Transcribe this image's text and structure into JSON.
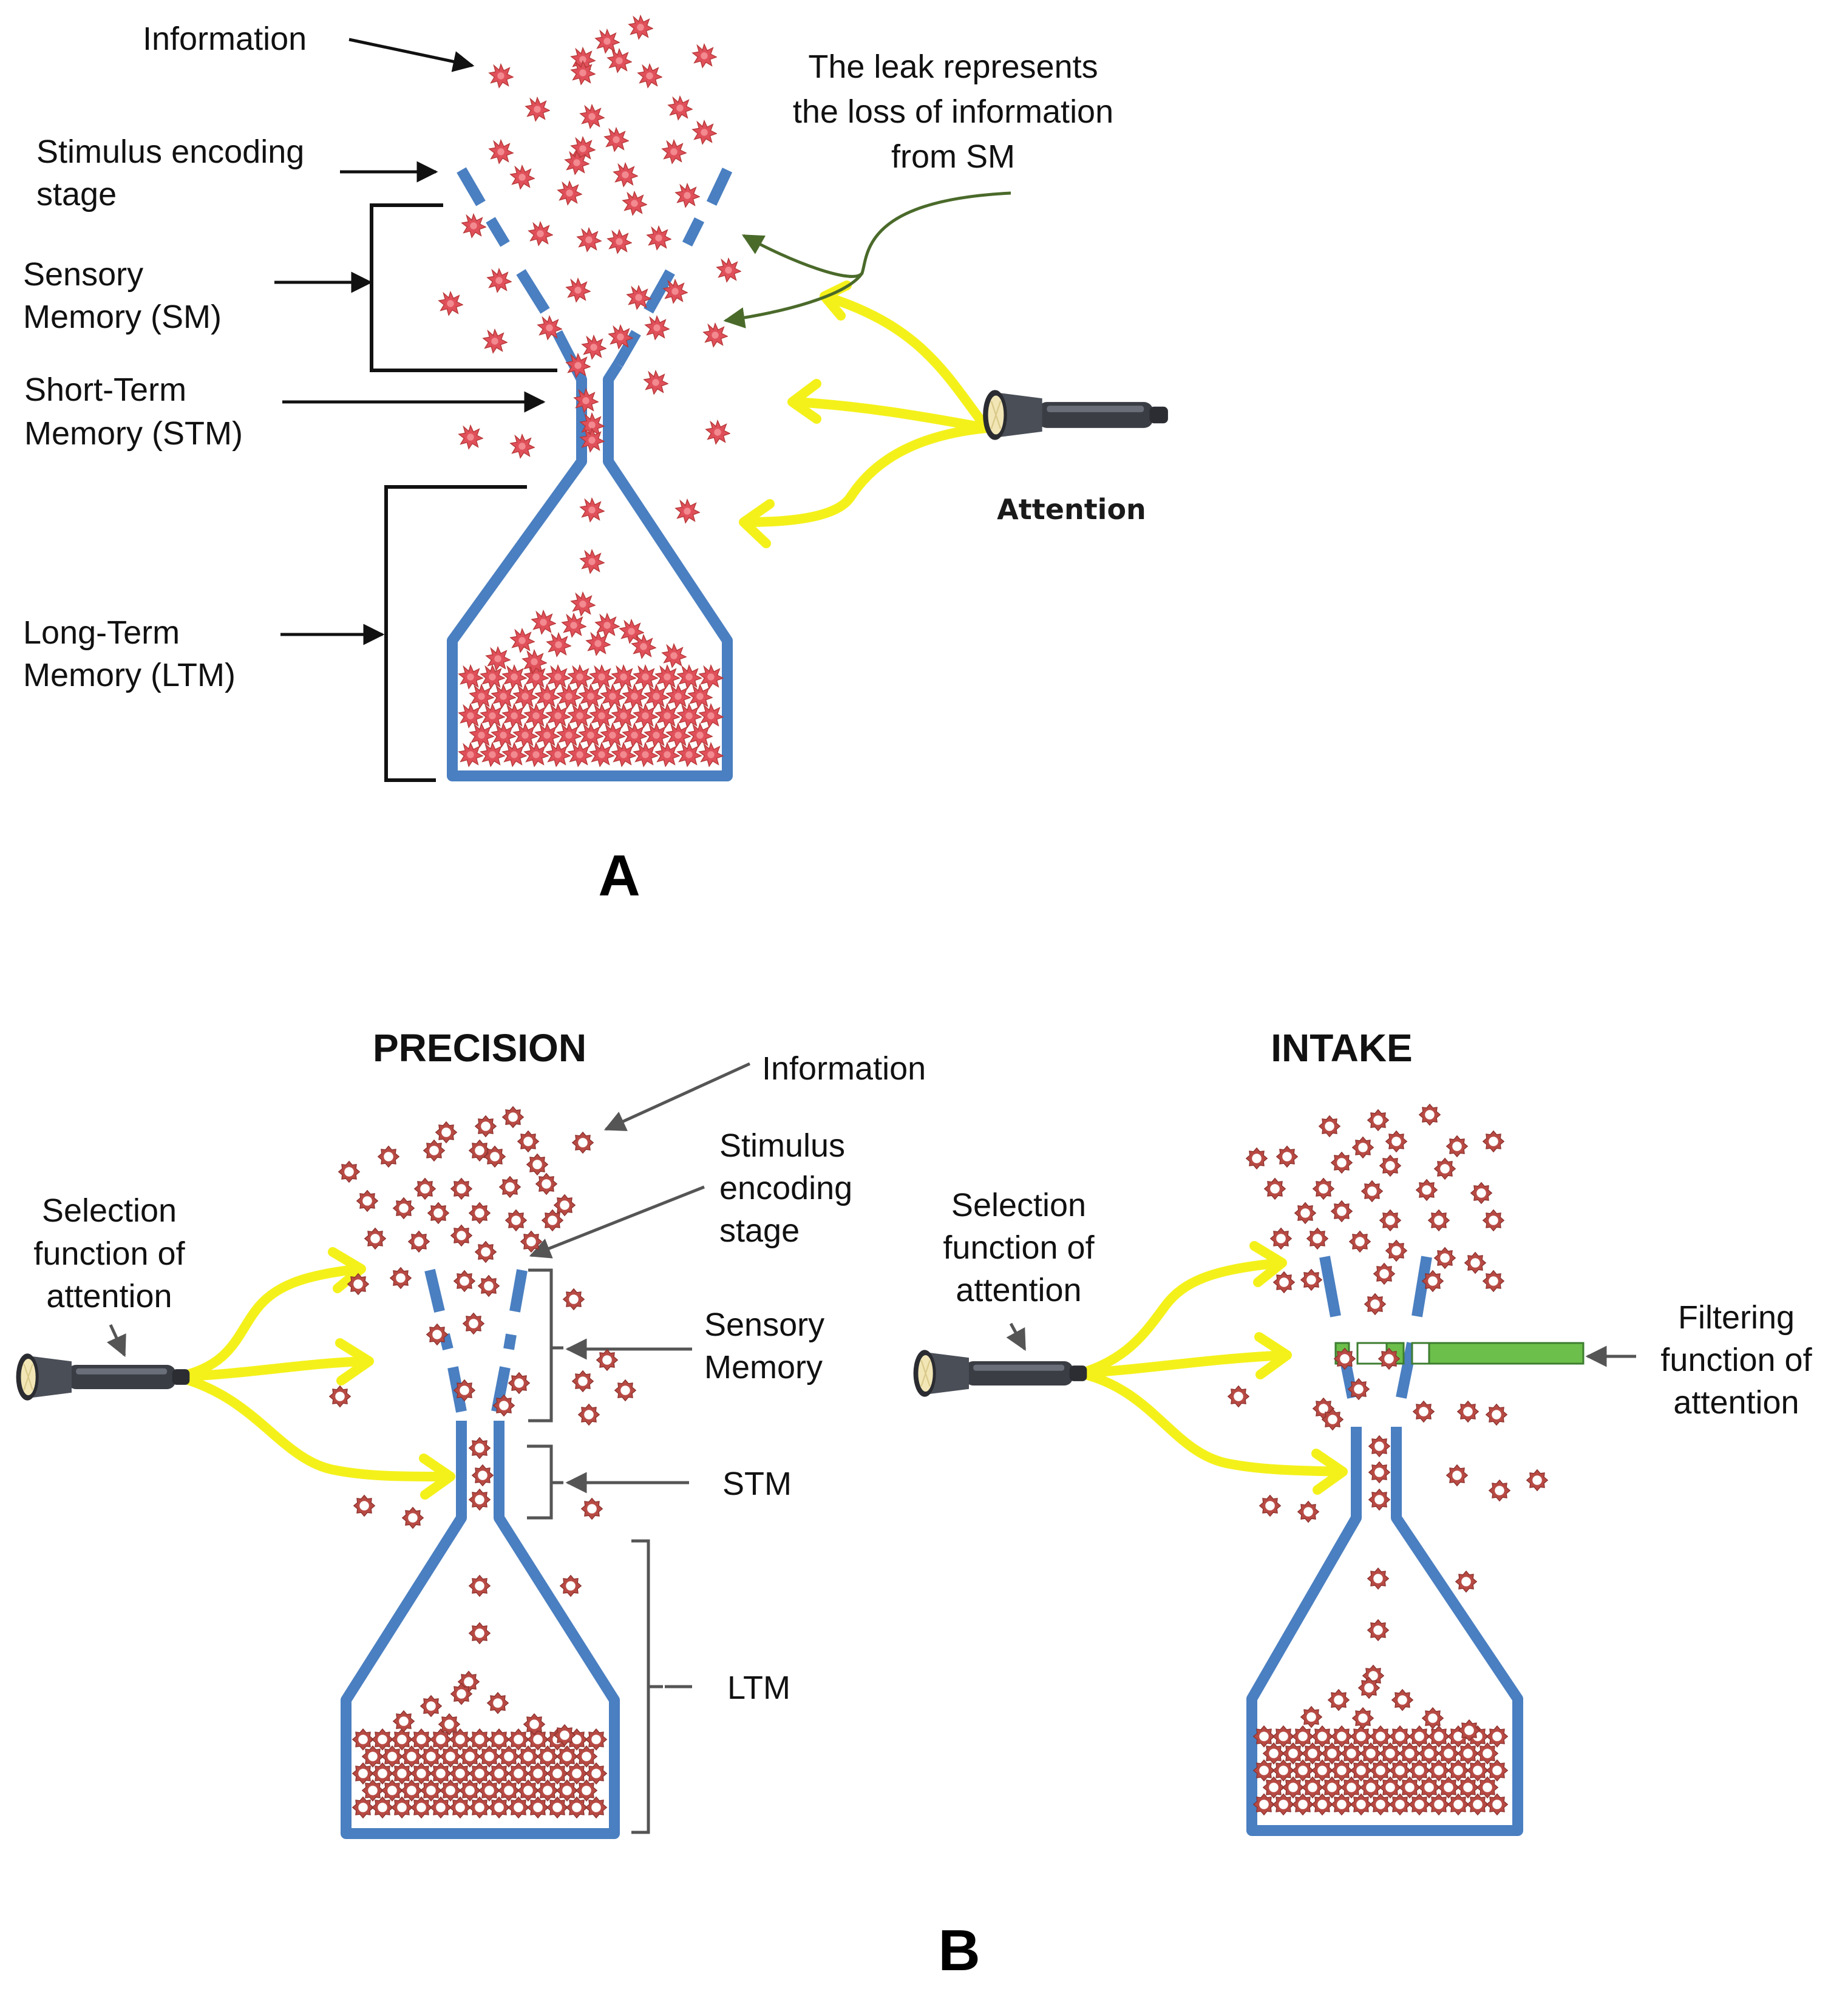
{
  "panel_a": {
    "label": "A",
    "information": "Information",
    "stimulus_encoding": [
      "Stimulus encoding",
      "stage"
    ],
    "sensory_memory": [
      "Sensory",
      "Memory (SM)"
    ],
    "short_term_memory": [
      "Short-Term",
      "Memory (STM)"
    ],
    "long_term_memory": [
      "Long-Term",
      "Memory (LTM)"
    ],
    "leak_note": [
      "The leak represents",
      "the loss of information",
      "from SM"
    ],
    "attention": "Attention"
  },
  "panel_b": {
    "label": "B",
    "precision": {
      "title": "PRECISION",
      "information": "Information",
      "stimulus_encoding": [
        "Stimulus",
        "encoding",
        "stage"
      ],
      "sensory_memory": [
        "Sensory",
        "Memory"
      ],
      "stm": "STM",
      "ltm": "LTM",
      "selection": [
        "Selection",
        "function of",
        "attention"
      ]
    },
    "intake": {
      "title": "INTAKE",
      "selection": [
        "Selection",
        "function of",
        "attention"
      ],
      "filtering": [
        "Filtering",
        "function of",
        "attention"
      ]
    }
  },
  "colors": {
    "funnel": "#4a7fc1",
    "particle_a": "#e0505a",
    "particle_b": "#b84040",
    "beam": "#f4f11a",
    "filter": "#6cbf4a",
    "leak_arrow": "#4a6a2a"
  },
  "icons": [
    "flashlight-icon",
    "star-particle-icon"
  ]
}
